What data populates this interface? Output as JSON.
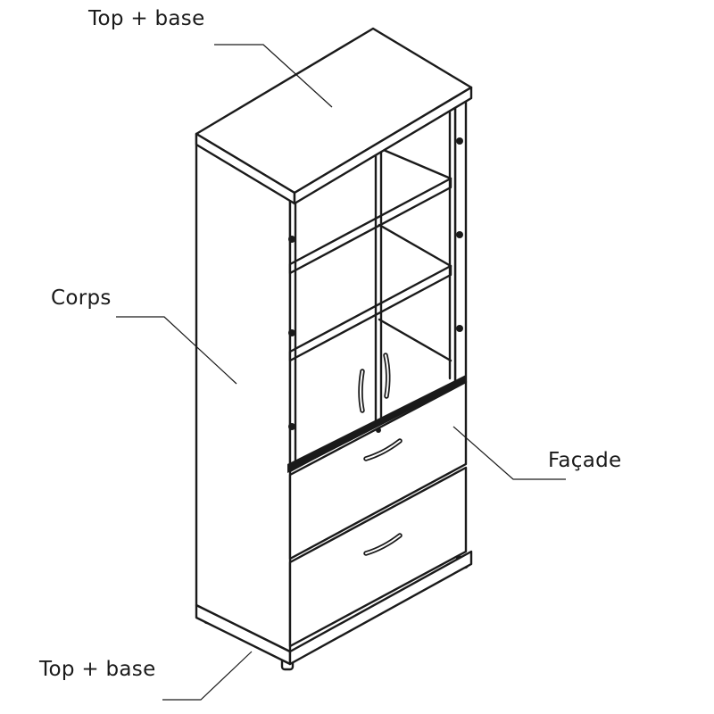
{
  "labels": {
    "top": "Top + base",
    "corps": "Corps",
    "facade": "Façade",
    "bottom": "Top + base"
  },
  "colors": {
    "line": "#1a1a1a",
    "background": "#ffffff"
  }
}
